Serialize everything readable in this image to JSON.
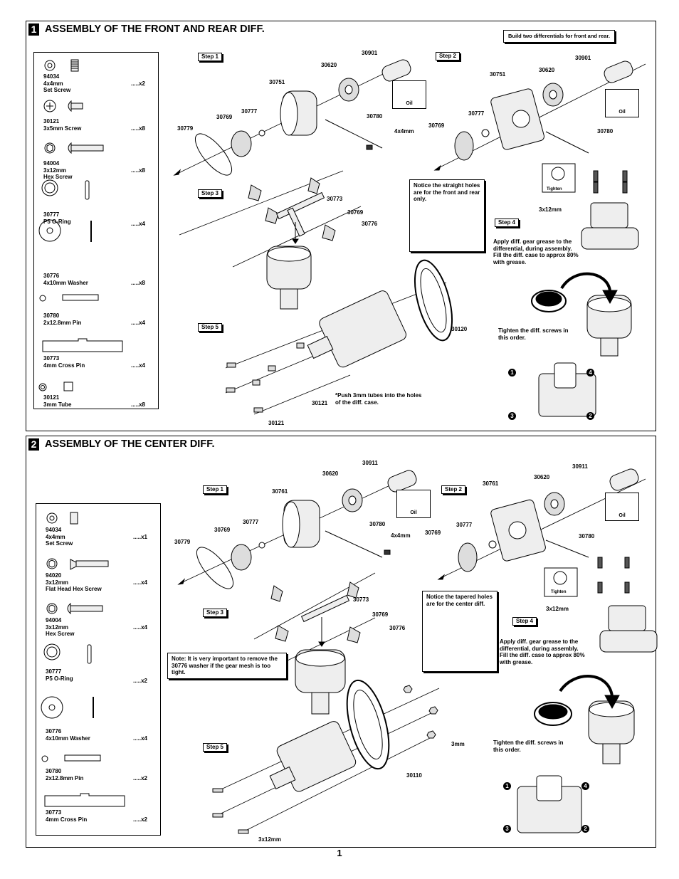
{
  "page_number": "1",
  "section1": {
    "number": "1",
    "title": "ASSEMBLY OF THE FRONT AND REAR DIFF.",
    "build_note": "Build two differentials for front and rear.",
    "parts": [
      {
        "id": "94034",
        "desc1": "4x4mm",
        "desc2": "Set Screw",
        "qty": ".....x2"
      },
      {
        "id": "30121",
        "desc1": "3x5mm Screw",
        "desc2": "",
        "qty": ".....x8"
      },
      {
        "id": "94004",
        "desc1": "3x12mm",
        "desc2": "Hex Screw",
        "qty": ".....x8"
      },
      {
        "id": "30777",
        "desc1": "P5 O-Ring",
        "desc2": "",
        "qty": ".....x4"
      },
      {
        "id": "30776",
        "desc1": "4x10mm Washer",
        "desc2": "",
        "qty": ".....x8"
      },
      {
        "id": "30780",
        "desc1": "2x12.8mm Pin",
        "desc2": "",
        "qty": ".....x4"
      },
      {
        "id": "30773",
        "desc1": "4mm Cross Pin",
        "desc2": "",
        "qty": ".....x4"
      },
      {
        "id": "30121",
        "desc1": "3mm Tube",
        "desc2": "",
        "qty": ".....x8"
      }
    ],
    "steps": {
      "s1": "Step 1",
      "s2": "Step 2",
      "s3": "Step 3",
      "s4": "Step 4",
      "s5": "Step 5"
    },
    "labels": {
      "p30901a": "30901",
      "p30620a": "30620",
      "p30751a": "30751",
      "p30777a": "30777",
      "p30769a": "30769",
      "p30779": "30779",
      "p30780a": "30780",
      "setscrew": "4x4mm",
      "p30901b": "30901",
      "p30620b": "30620",
      "p30751b": "30751",
      "p30777b": "30777",
      "p30769b": "30769",
      "p30780b": "30780",
      "p30773": "30773",
      "p30769c": "30769",
      "p30776": "30776",
      "p30120": "30120",
      "p30121a": "30121",
      "p30121b": "30121",
      "hexscrew": "3x12mm",
      "oil": "Oil",
      "tighten": "Tighten"
    },
    "note_straight": "Notice the straight holes are for the front and rear only.",
    "grease_text": "Apply diff. gear grease to the differential, during assembly. Fill the diff. case to approx 80% with grease.",
    "tighten_text": "Tighten the diff. screws in this order.",
    "push_text": "*Push 3mm tubes into the holes of the diff. case.",
    "order": [
      "1",
      "4",
      "3",
      "2"
    ]
  },
  "section2": {
    "number": "2",
    "title": "ASSEMBLY OF THE CENTER DIFF.",
    "parts": [
      {
        "id": "94034",
        "desc1": "4x4mm",
        "desc2": "Set Screw",
        "qty": ".....x1"
      },
      {
        "id": "94020",
        "desc1": "3x12mm",
        "desc2": "Flat Head Hex Screw",
        "qty": ".....x4"
      },
      {
        "id": "94004",
        "desc1": "3x12mm",
        "desc2": "Hex Screw",
        "qty": ".....x4"
      },
      {
        "id": "30777",
        "desc1": "P5 O-Ring",
        "desc2": "",
        "qty": ".....x2"
      },
      {
        "id": "30776",
        "desc1": "4x10mm Washer",
        "desc2": "",
        "qty": ".....x4"
      },
      {
        "id": "30780",
        "desc1": "2x12.8mm Pin",
        "desc2": "",
        "qty": ".....x2"
      },
      {
        "id": "30773",
        "desc1": "4mm Cross Pin",
        "desc2": "",
        "qty": ".....x2"
      }
    ],
    "steps": {
      "s1": "Step 1",
      "s2": "Step 2",
      "s3": "Step 3",
      "s4": "Step 4",
      "s5": "Step 5"
    },
    "labels": {
      "p30911a": "30911",
      "p30620a": "30620",
      "p30761a": "30761",
      "p30777a": "30777",
      "p30769a": "30769",
      "p30779": "30779",
      "p30780a": "30780",
      "setscrew": "4x4mm",
      "p30911b": "30911",
      "p30620b": "30620",
      "p30761b": "30761",
      "p30777b": "30777",
      "p30769b": "30769",
      "p30780b": "30780",
      "p30773": "30773",
      "p30769c": "30769",
      "p30776": "30776",
      "p30110": "30110",
      "nut": "3mm",
      "screw": "3x12mm",
      "hexscrew": "3x12mm",
      "oil": "Oil",
      "tighten": "Tighten"
    },
    "note_tapered": "Notice the tapered holes are for the center diff.",
    "washer_note": "Note: It is very important to remove the 30776 washer if the gear mesh is too tight.",
    "grease_text": "Apply diff. gear grease to the differential, during assembly. Fill the diff. case to approx 80% with grease.",
    "tighten_text": "Tighten the diff. screws in this order.",
    "order": [
      "1",
      "4",
      "3",
      "2"
    ]
  }
}
